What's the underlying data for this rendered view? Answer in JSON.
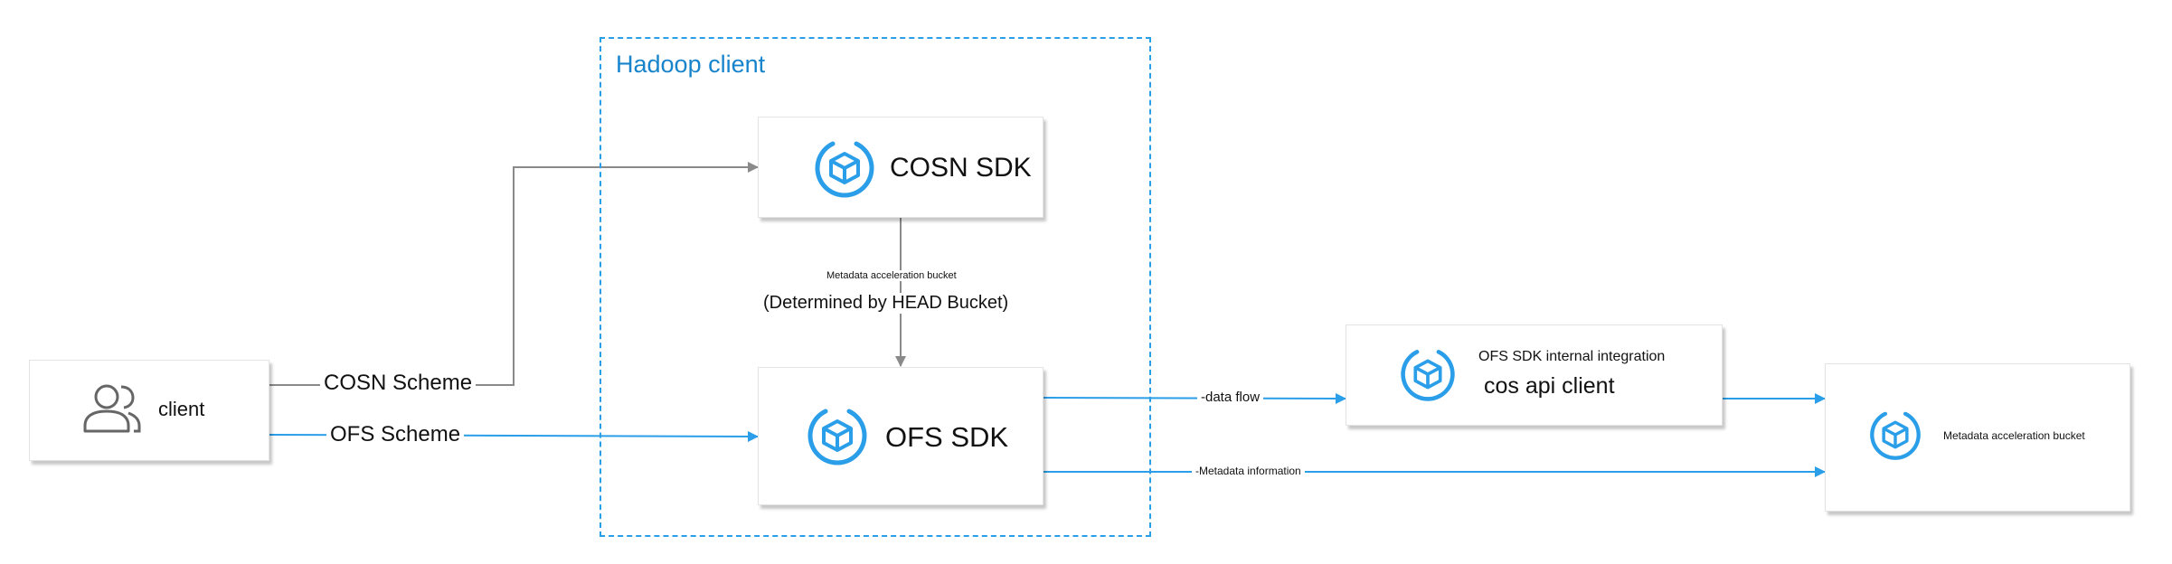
{
  "group": {
    "title": "Hadoop client"
  },
  "nodes": {
    "client": {
      "label": "client",
      "icon": "users-icon"
    },
    "cosn_sdk": {
      "label": "COSN SDK",
      "icon": "cube-icon"
    },
    "ofs_sdk": {
      "label": "OFS SDK",
      "icon": "cube-icon"
    },
    "cos_api_client": {
      "sublabel": "OFS SDK internal integration",
      "label": "cos api client",
      "icon": "cube-icon"
    },
    "bucket": {
      "label": "Metadata acceleration bucket",
      "icon": "cube-icon"
    }
  },
  "edges": {
    "cosn_scheme": "COSN Scheme",
    "ofs_scheme": "OFS Scheme",
    "head_small": "Metadata acceleration bucket",
    "head_large": "(Determined by HEAD Bucket)",
    "data_flow": "-data flow",
    "metadata_info": "-Metadata information"
  },
  "colors": {
    "accent": "#2a9ee8",
    "gray_line": "#8a8a8a",
    "title": "#1784cc"
  }
}
